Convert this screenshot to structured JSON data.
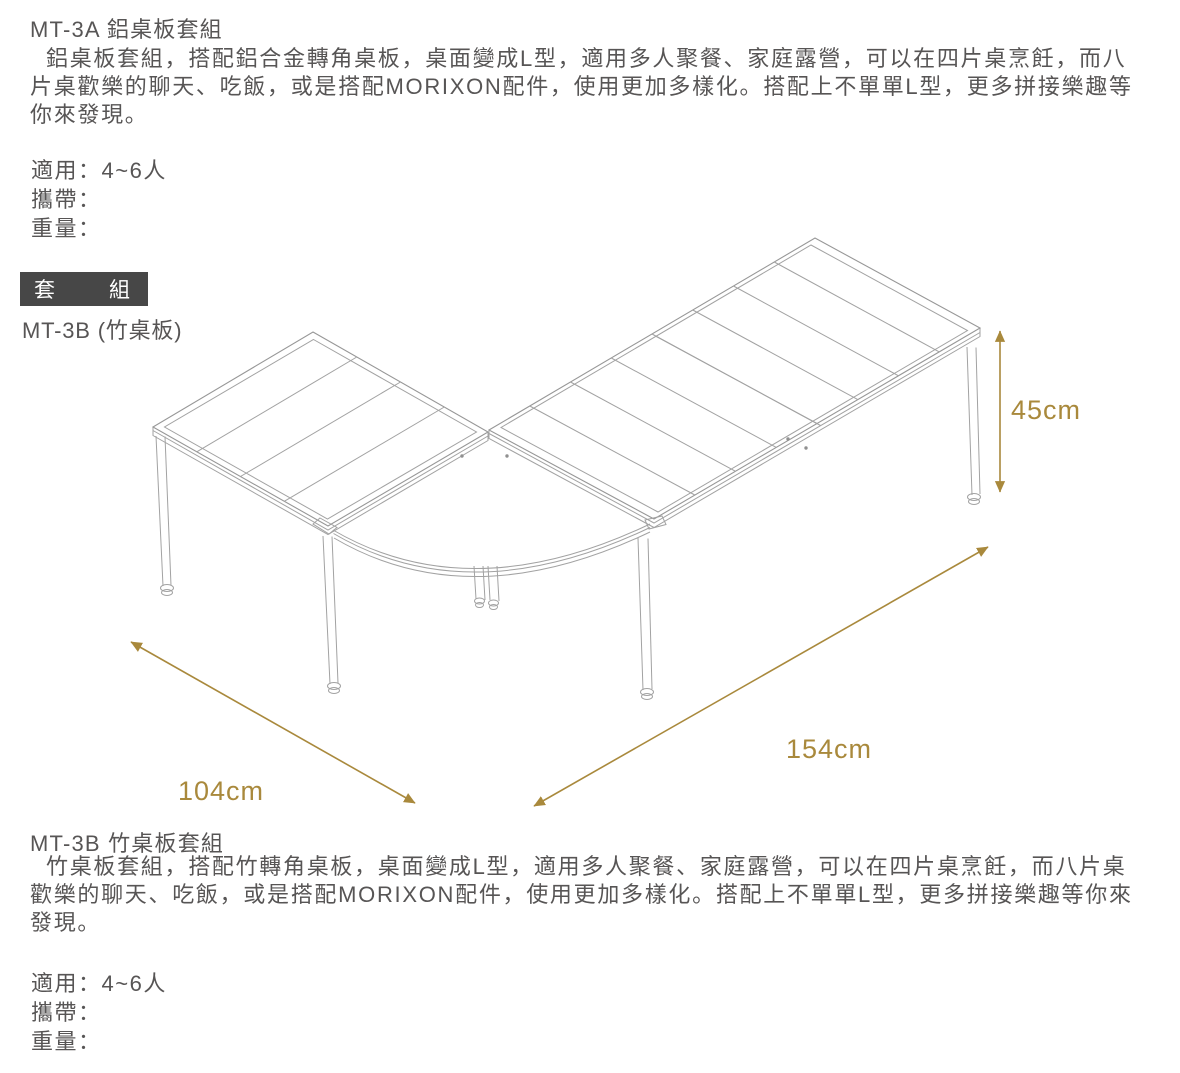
{
  "colors": {
    "text": "#575555",
    "accent_gold": "#a9893c",
    "badge_bg": "#474747",
    "drawing_line": "#a2a2a2",
    "badge_text": "#ffffff"
  },
  "section_a": {
    "title": "MT-3A 鋁桌板套組",
    "description": "鋁桌板套組，搭配鋁合金轉角桌板，桌面變成L型，適用多人聚餐、家庭露營，可以在四片桌烹飪，而八片桌歡樂的聊天、吃飯，或是搭配MORIXON配件，使用更加多樣化。搭配上不單單L型，更多拼接樂趣等你來發現。",
    "specs": [
      {
        "label": "適用：",
        "value": "4~6人"
      },
      {
        "label": "攜帶：",
        "value": ""
      },
      {
        "label": "重量：",
        "value": ""
      }
    ]
  },
  "set_badge": {
    "left_char": "套",
    "right_char": "組"
  },
  "variant_label": "MT-3B (竹桌板)",
  "diagram": {
    "type": "dimensioned line drawing of L-shaped camping table set",
    "height_label": "45cm",
    "length_label": "154cm",
    "width_label": "104cm"
  },
  "section_b": {
    "title": "MT-3B 竹桌板套組",
    "description": "竹桌板套組，搭配竹轉角桌板，桌面變成L型，適用多人聚餐、家庭露營，可以在四片桌烹飪，而八片桌歡樂的聊天、吃飯，或是搭配MORIXON配件，使用更加多樣化。搭配上不單單L型，更多拼接樂趣等你來發現。",
    "specs": [
      {
        "label": "適用：",
        "value": "4~6人"
      },
      {
        "label": "攜帶：",
        "value": ""
      },
      {
        "label": "重量：",
        "value": ""
      }
    ]
  }
}
